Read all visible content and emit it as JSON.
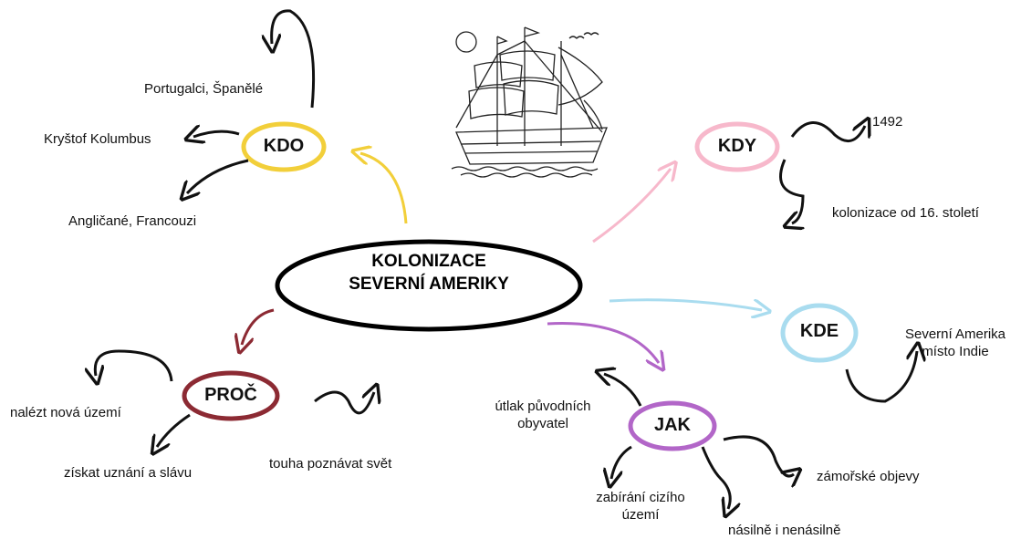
{
  "center": {
    "line1": "KOLONIZACE",
    "line2": "SEVERNÍ AMERIKY"
  },
  "nodes": {
    "kdo": {
      "label": "KDO",
      "color": "#f2cf3a"
    },
    "kdy": {
      "label": "KDY",
      "color": "#f7b8cb"
    },
    "kde": {
      "label": "KDE",
      "color": "#a9dcef"
    },
    "jak": {
      "label": "JAK",
      "color": "#b266c8"
    },
    "proc": {
      "label": "PROČ",
      "color": "#8c2a33"
    }
  },
  "kdo": {
    "portugalci": "Portugalci, Španělé",
    "kolumbus": "Kryštof Kolumbus",
    "anglicane": "Angličané, Francouzi"
  },
  "kdy": {
    "year": "1492",
    "century": "kolonizace od 16. století"
  },
  "kde": {
    "line1": "Severní Amerika",
    "line2": "místo Indie"
  },
  "jak": {
    "utlak1": "útlak původních",
    "utlak2": "obyvatel",
    "zabirani1": "zabírání cizího",
    "zabirani2": "území",
    "nasilne": "násilně i nenásilně",
    "zamorske": "zámořské objevy"
  },
  "proc": {
    "nalezt": "nalézt nová území",
    "ziskat": "získat uznání a slávu",
    "touha": "touha poznávat svět"
  },
  "arrow_color": "#111111",
  "ship_color": "#222222"
}
